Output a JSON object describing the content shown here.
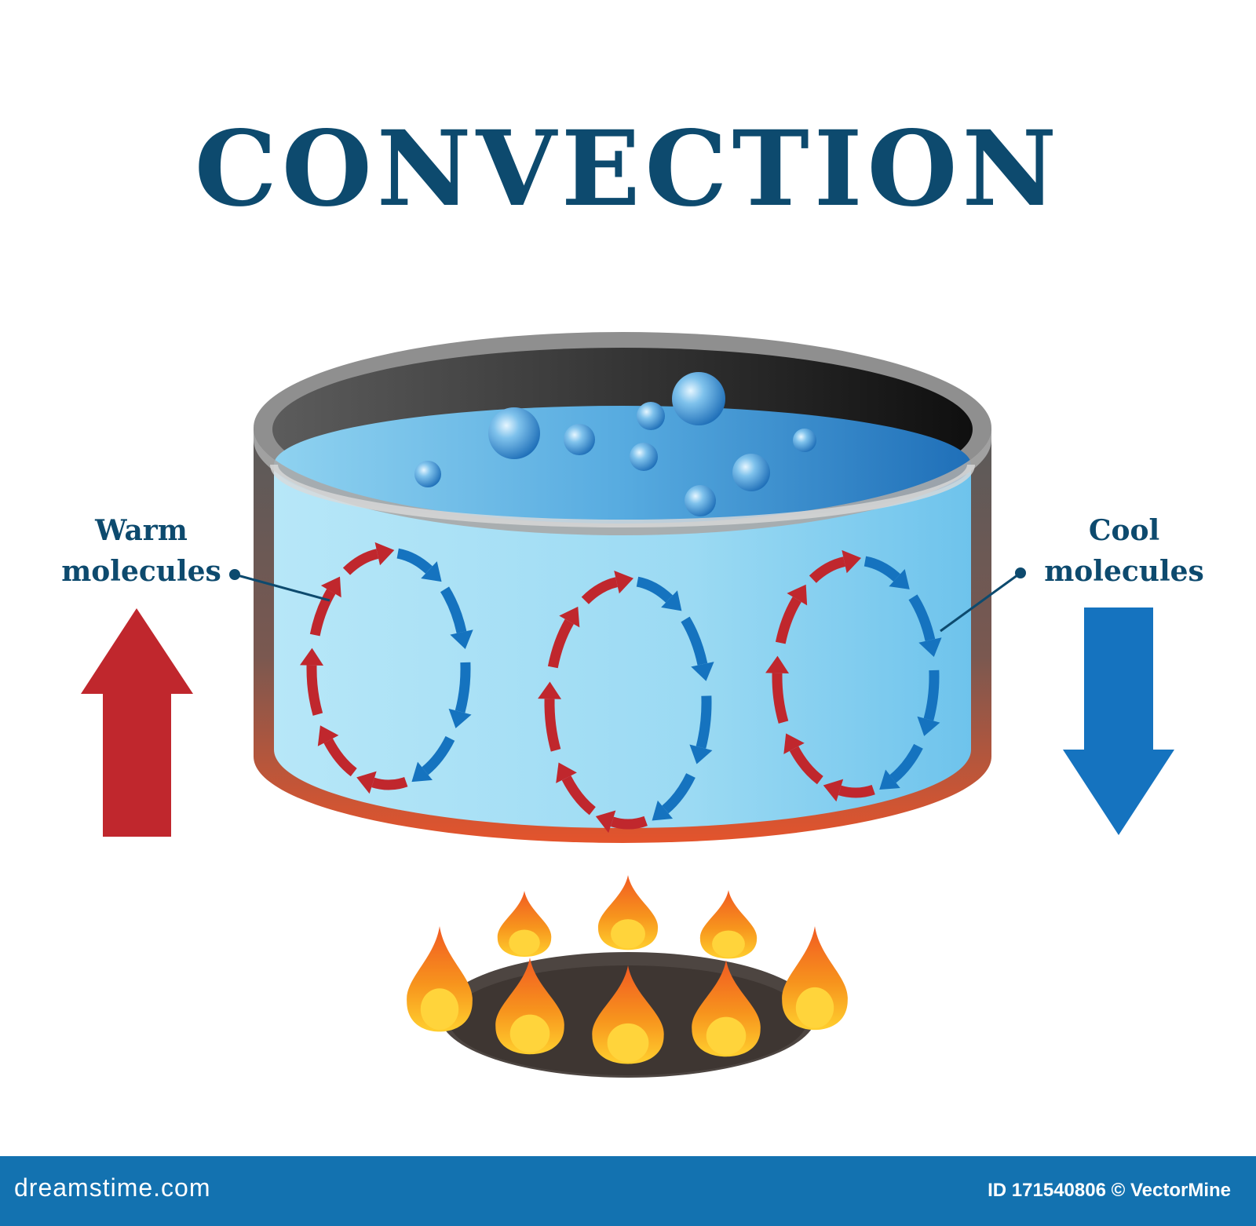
{
  "title": "CONVECTION",
  "labels": {
    "warm_line1": "Warm",
    "warm_line2": "molecules",
    "cool_line1": "Cool",
    "cool_line2": "molecules"
  },
  "footer": {
    "brand": "dreamstime.com",
    "credit": "ID 171540806 © VectorMine"
  },
  "colors": {
    "title": "#0d4a6e",
    "warm": "#c0272d",
    "cool": "#1573bf",
    "water_light": "#9fdcf4",
    "water_dark": "#2d82c4",
    "pot_rim": "#8f8f8f",
    "hot_base": "#e4542c",
    "flame_outer": "#f15a22",
    "flame_inner": "#ffd43b",
    "burner": "#4d4541",
    "footer_bar": "#1372b0"
  },
  "icons": {
    "warm_arrow": "arrow-up-icon",
    "cool_arrow": "arrow-down-icon",
    "flame": "flame-icon",
    "bubble": "bubble-icon"
  }
}
